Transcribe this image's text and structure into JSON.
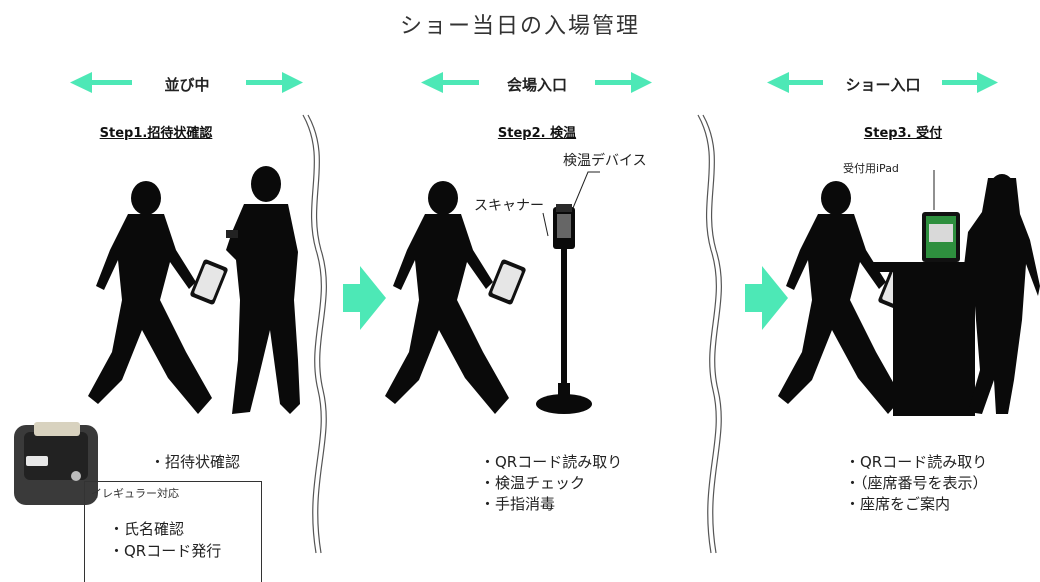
{
  "title": "ショー当日の入場管理",
  "zones": [
    {
      "label": "並び中",
      "step": "Step1.招待状確認",
      "bullets": [
        "・招待状確認"
      ]
    },
    {
      "label": "会場入口",
      "step": "Step2. 検温",
      "bullets": [
        "・QRコード読み取り",
        "・検温チェック",
        "・手指消毒"
      ]
    },
    {
      "label": "ショー入口",
      "step": "Step3. 受付",
      "bullets": [
        "・QRコード読み取り",
        "・（座席番号を表示）",
        "・座席をご案内"
      ]
    }
  ],
  "callouts": {
    "temp_device": "検温デバイス",
    "scanner": "スキャナー",
    "ipad": "受付用iPad"
  },
  "irregular": {
    "title": "イレギュラー対応",
    "items": [
      "・氏名確認",
      "・QRコード発行"
    ]
  },
  "colors": {
    "arrow": "#4de8b6",
    "silhouette": "#0a0a0a",
    "wave": "#555555"
  }
}
